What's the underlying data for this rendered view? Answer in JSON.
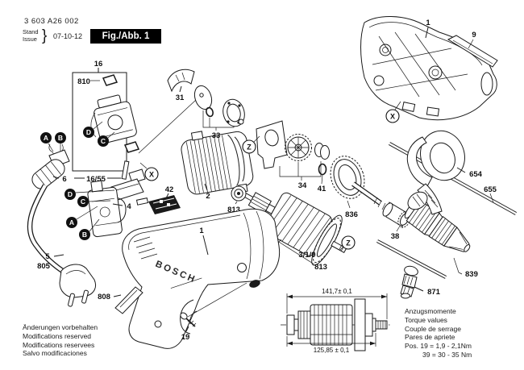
{
  "header": {
    "part_number": "3 603 A26 002",
    "stand": "Stand",
    "issue": "Issue",
    "brace": "}",
    "date": "07-10-12",
    "figure": "Fig./Abb. 1"
  },
  "brand": "BOSCH",
  "notes": {
    "de": "Änderungen vorbehalten",
    "en": "Modifications reserved",
    "fr": "Modifications reservees",
    "es": "Salvo modificaciones"
  },
  "torque": {
    "de": "Anzugsmomente",
    "en": "Torque values",
    "fr": "Couple de serrage",
    "es": "Pares de apriete",
    "row1": "Pos. 19  =  1,9  -  2,1Nm",
    "row2": "39  =  30  -  35 Nm"
  },
  "dimensions": {
    "overall_length": "141,7± 0,1",
    "partial_length": "125,85 ± 0,1"
  },
  "labels": {
    "p1": "1",
    "p2": "2",
    "p3": "3",
    "p4": "4",
    "p5": "5",
    "p6": "6",
    "p9": "9",
    "p16": "16",
    "p19": "19",
    "p31": "31",
    "p33": "33",
    "p34": "34",
    "p38": "38",
    "p41": "41",
    "p42": "42",
    "p319": "3/1/9",
    "p654": "654",
    "p655": "655",
    "p805": "805",
    "p808": "808",
    "p810": "810",
    "p813": "813",
    "p836": "836",
    "p839": "839",
    "p871": "871",
    "p16_55": "16/55"
  },
  "markers": {
    "a": "A",
    "b": "B",
    "c": "C",
    "d": "D",
    "x": "X",
    "z": "Z"
  }
}
